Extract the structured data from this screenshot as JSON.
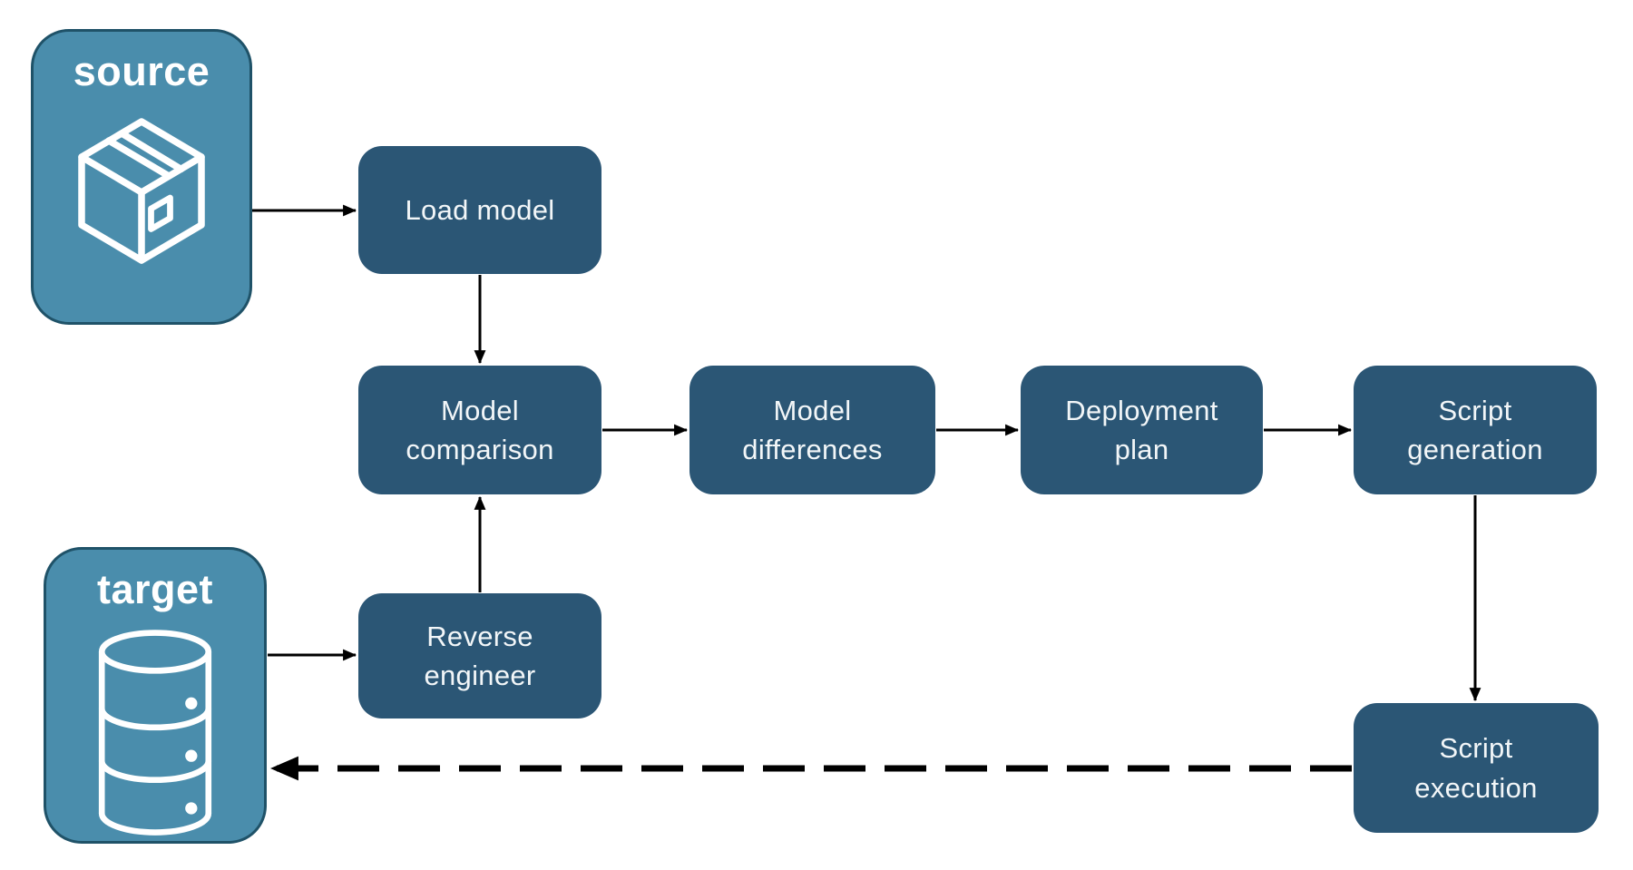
{
  "diagram": {
    "type": "flowchart",
    "colors": {
      "canvas_bg": "#FFFFFF",
      "step_fill": "#2B5675",
      "step_text": "#F2F6F8",
      "endpoint_fill": "#4A8DAC",
      "endpoint_border": "#1F5268",
      "endpoint_text": "#FFFFFF",
      "arrow_color": "#000000",
      "icon_stroke": "#FFFFFF"
    },
    "endpoints": {
      "source": {
        "label": "source",
        "icon": "package-icon"
      },
      "target": {
        "label": "target",
        "icon": "database-icon"
      }
    },
    "steps": {
      "load_model": {
        "label": [
          "Load model"
        ]
      },
      "model_comparison": {
        "label": [
          "Model",
          "comparison"
        ]
      },
      "model_differences": {
        "label": [
          "Model",
          "differences"
        ]
      },
      "deployment_plan": {
        "label": [
          "Deployment",
          "plan"
        ]
      },
      "script_generation": {
        "label": [
          "Script",
          "generation"
        ]
      },
      "reverse_engineer": {
        "label": [
          "Reverse",
          "engineer"
        ]
      },
      "script_execution": {
        "label": [
          "Script",
          "execution"
        ]
      }
    },
    "edges": [
      {
        "from": "source",
        "to": "load_model",
        "style": "solid"
      },
      {
        "from": "load_model",
        "to": "model_comparison",
        "style": "solid"
      },
      {
        "from": "target",
        "to": "reverse_engineer",
        "style": "solid"
      },
      {
        "from": "reverse_engineer",
        "to": "model_comparison",
        "style": "solid"
      },
      {
        "from": "model_comparison",
        "to": "model_differences",
        "style": "solid"
      },
      {
        "from": "model_differences",
        "to": "deployment_plan",
        "style": "solid"
      },
      {
        "from": "deployment_plan",
        "to": "script_generation",
        "style": "solid"
      },
      {
        "from": "script_generation",
        "to": "script_execution",
        "style": "solid"
      },
      {
        "from": "script_execution",
        "to": "target",
        "style": "dashed"
      }
    ]
  }
}
